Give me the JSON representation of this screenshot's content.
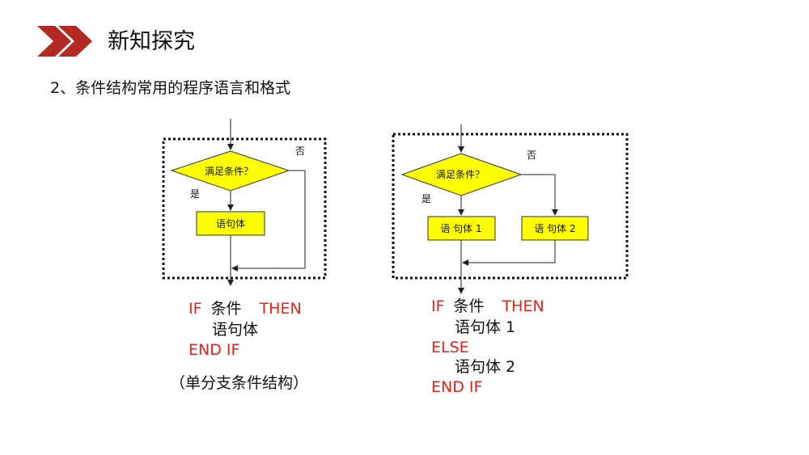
{
  "header": {
    "title": "新知探究",
    "arrow_icon_color": "#b22a22"
  },
  "subtitle": "2、条件结构常用的程序语言和格式",
  "flowchart_single": {
    "condition": "满足条件？",
    "yes_label": "是",
    "no_label": "否",
    "body": "语句体"
  },
  "flowchart_double": {
    "condition": "满足条件？",
    "yes_label": "是",
    "no_label": "否",
    "body1": "语 句体 1",
    "body2": "语 句体 2"
  },
  "code_single": {
    "if_kw": "IF",
    "cond": "条件",
    "then_kw": "THEN",
    "body": "语句体",
    "end_kw": "END IF"
  },
  "code_double": {
    "if_kw": "IF",
    "cond": "条件",
    "then_kw": "THEN",
    "body1": "语句体 1",
    "else_kw": "ELSE",
    "body2": "语句体 2",
    "end_kw": "END IF"
  },
  "caption": "（单分支条件结构）",
  "colors": {
    "keyword": "#e8201a",
    "box_fill": "#ffff00",
    "box_stroke": "#333333"
  }
}
